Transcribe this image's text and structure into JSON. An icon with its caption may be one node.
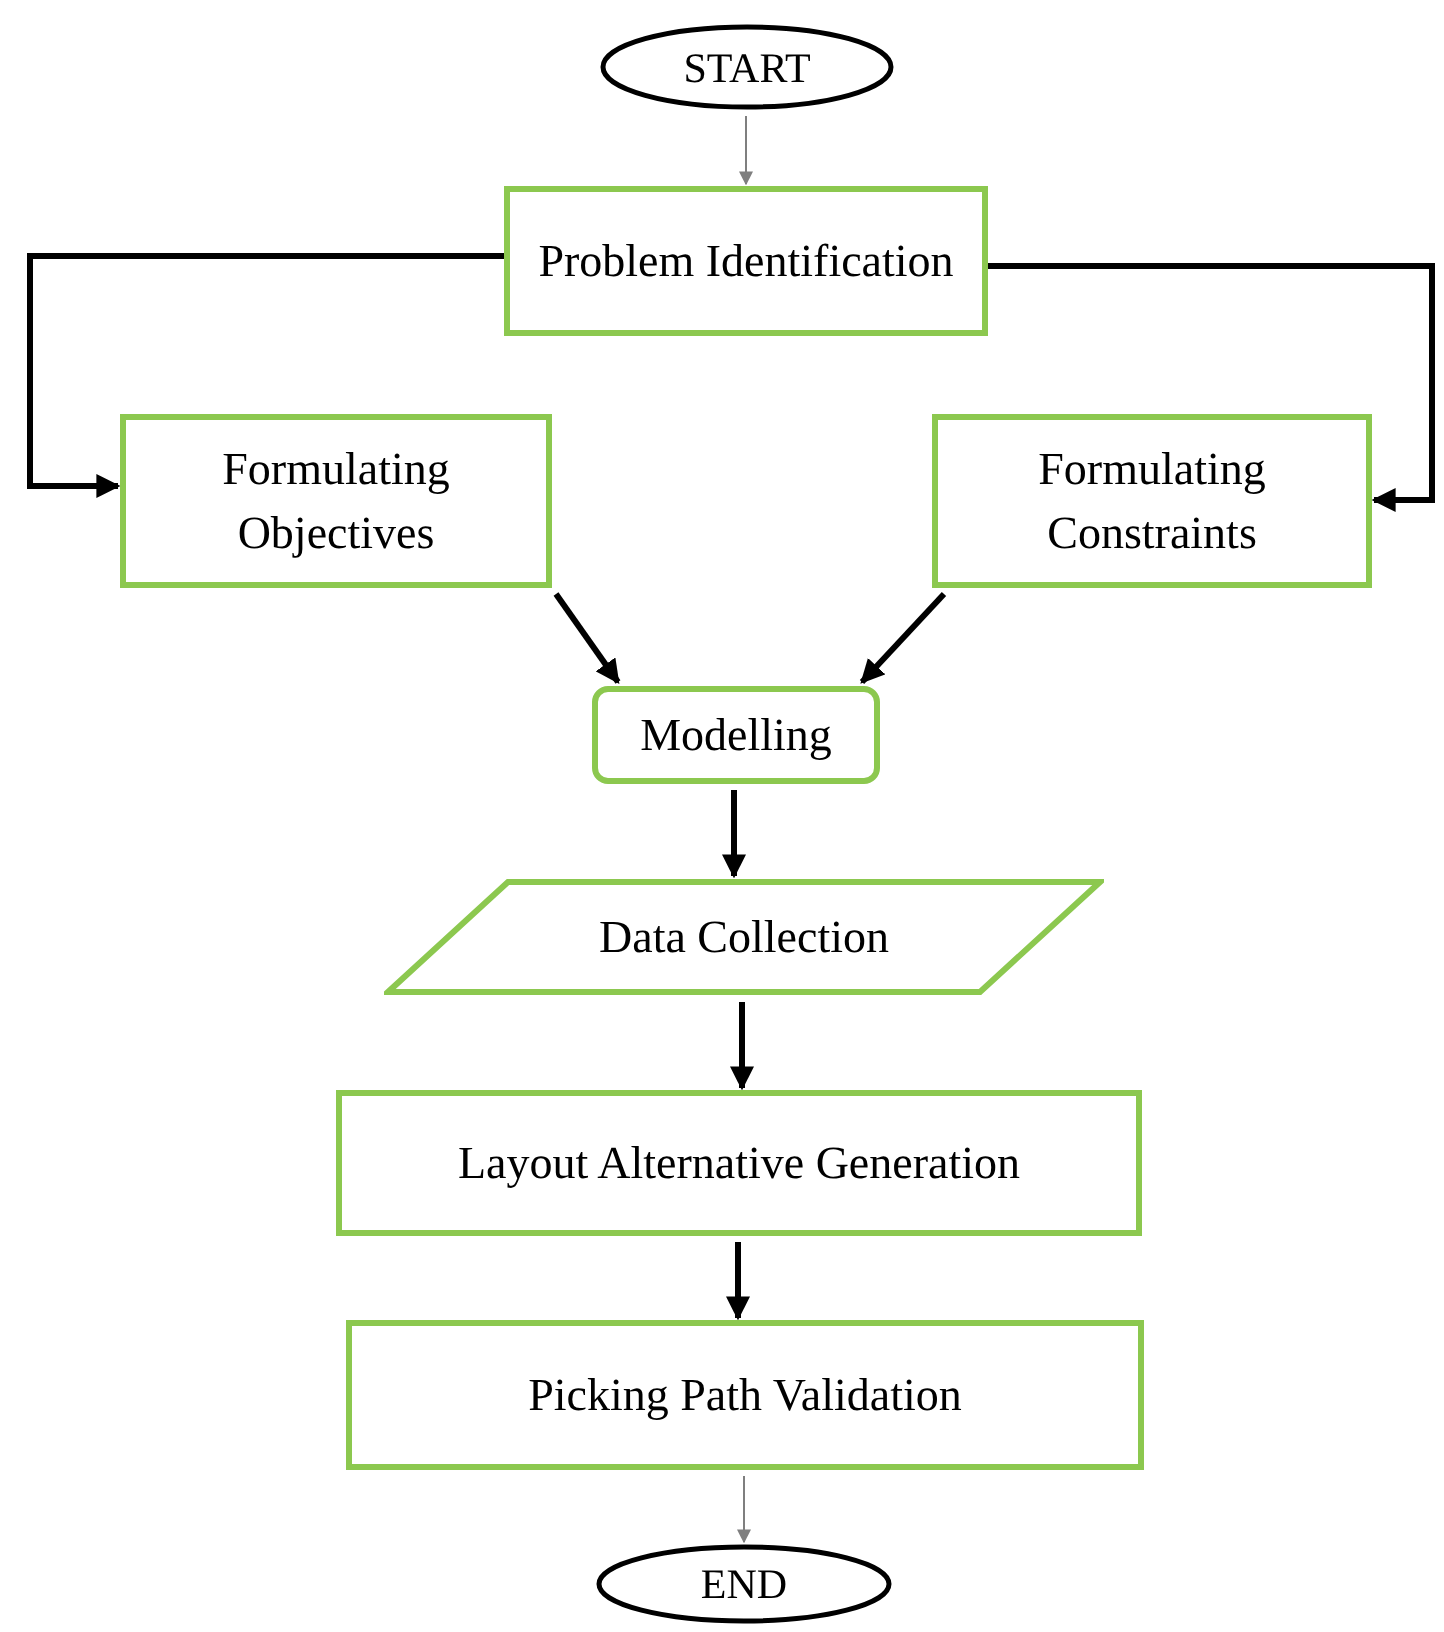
{
  "diagram": {
    "nodes": [
      {
        "text": [
          "START"
        ]
      },
      {
        "text": [
          "Problem Identification"
        ]
      },
      {
        "text": [
          "Formulating Objectives"
        ]
      },
      {
        "text": [
          "Formulating Constraints"
        ]
      },
      {
        "text": [
          "Modelling"
        ]
      },
      {
        "text": [
          "Data Collection"
        ]
      },
      {
        "text": [
          "Layout Alternative Generation"
        ]
      },
      {
        "text": [
          "Picking Path Validation"
        ]
      },
      {
        "text": [
          "END"
        ]
      }
    ],
    "edges": [
      {
        "from": 0,
        "to": 1,
        "arrow": "to",
        "color": "#7f7f7f"
      },
      {
        "from": 1,
        "to": 2,
        "arrow": "to"
      },
      {
        "from": 1,
        "to": 3,
        "arrow": "to"
      },
      {
        "from": 2,
        "to": 4,
        "arrow": "to"
      },
      {
        "from": 3,
        "to": 4,
        "arrow": "to"
      },
      {
        "from": 4,
        "to": 5,
        "arrow": "to"
      },
      {
        "from": 5,
        "to": 6,
        "arrow": "to"
      },
      {
        "from": 6,
        "to": 7,
        "arrow": "to"
      },
      {
        "from": 7,
        "to": 8,
        "arrow": "to",
        "color": "#7f7f7f"
      }
    ]
  }
}
